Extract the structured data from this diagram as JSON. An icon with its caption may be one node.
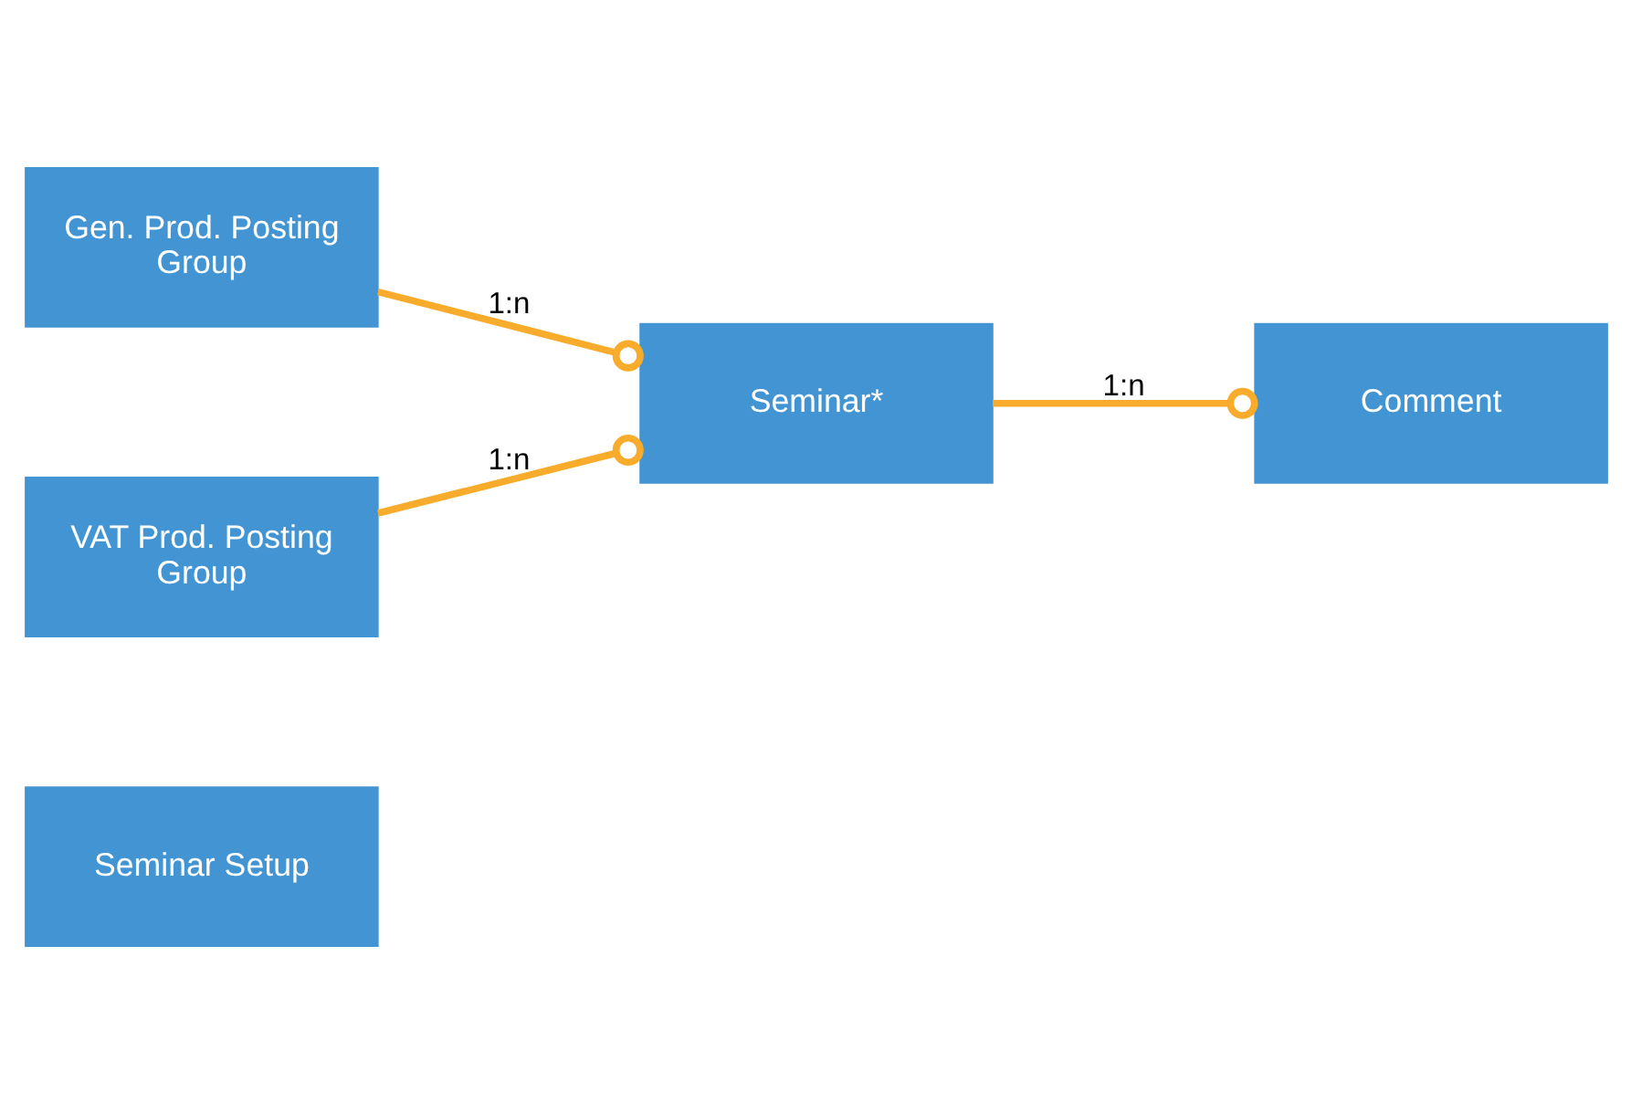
{
  "diagram": {
    "nodes": [
      {
        "text": [
          "Seminar Setup"
        ]
      },
      {
        "text": [
          "Gen. Prod. Posting Group"
        ]
      },
      {
        "text": [
          "Seminar*"
        ]
      },
      {
        "text": [
          "Comment"
        ]
      },
      {
        "text": [
          "VAT Prod. Posting Group"
        ]
      }
    ],
    "edges": [
      {
        "from": 1,
        "to": 2,
        "arrow": "other",
        "label": "1:n"
      },
      {
        "from": 4,
        "to": 2,
        "arrow": "other",
        "label": "1:n"
      },
      {
        "from": 2,
        "to": 3,
        "arrow": "other",
        "label": "1:n"
      }
    ]
  }
}
